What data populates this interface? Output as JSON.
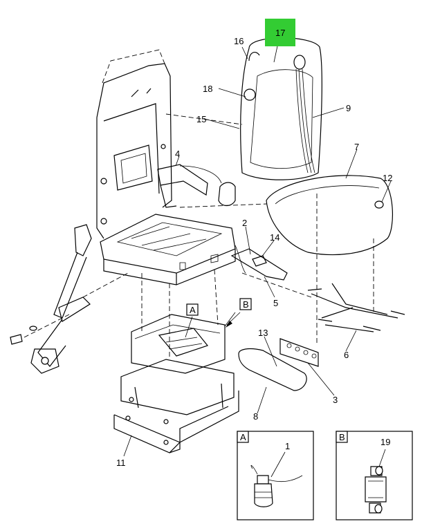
{
  "callouts": {
    "c1": "1",
    "c2": "2",
    "c3": "3",
    "c4": "4",
    "c5": "5",
    "c6": "6",
    "c7": "7",
    "c8": "8",
    "c9": "9",
    "c11": "11",
    "c12": "12",
    "c13": "13",
    "c14": "14",
    "c15": "15",
    "c16": "16",
    "c17": "17",
    "c18": "18",
    "c19": "19"
  },
  "view_labels": {
    "a": "A",
    "b": "B"
  },
  "colors": {
    "highlight": "#33cc33",
    "line": "#000000",
    "background": "#ffffff"
  },
  "highlighted_callout": "17"
}
